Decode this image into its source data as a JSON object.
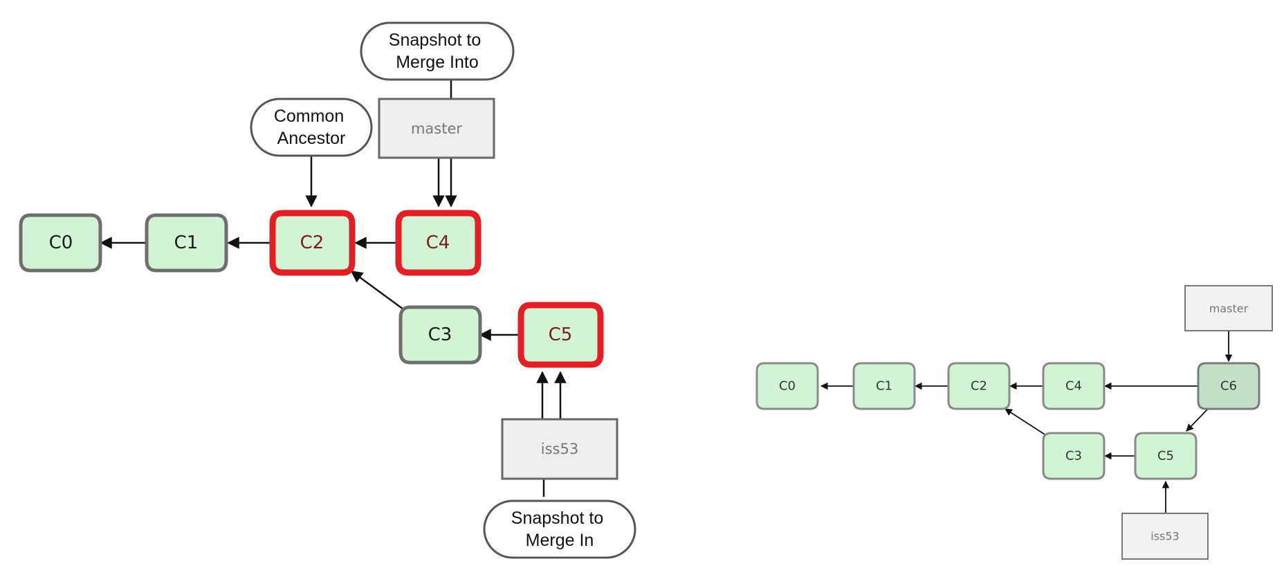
{
  "colors": {
    "commit_fill": "#d3f3d6",
    "commit_stroke": "#6e6e6e",
    "highlight_stroke": "#e31e24",
    "highlight_text": "#7a1a1a",
    "merge_commit_fill": "#c5dfc8",
    "branch_fill": "#eeeeee",
    "branch_stroke": "#666666",
    "arrow": "#111111"
  },
  "left": {
    "commits": {
      "c0": "C0",
      "c1": "C1",
      "c2": "C2",
      "c3": "C3",
      "c4": "C4",
      "c5": "C5"
    },
    "branches": {
      "master": "master",
      "iss53": "iss53"
    },
    "callouts": {
      "common_ancestor": [
        "Common",
        "Ancestor"
      ],
      "merge_into": [
        "Snapshot to",
        "Merge Into"
      ],
      "merge_in": [
        "Snapshot to",
        "Merge In"
      ]
    }
  },
  "right": {
    "commits": {
      "c0": "C0",
      "c1": "C1",
      "c2": "C2",
      "c3": "C3",
      "c4": "C4",
      "c5": "C5",
      "c6": "C6"
    },
    "branches": {
      "master": "master",
      "iss53": "iss53"
    }
  }
}
